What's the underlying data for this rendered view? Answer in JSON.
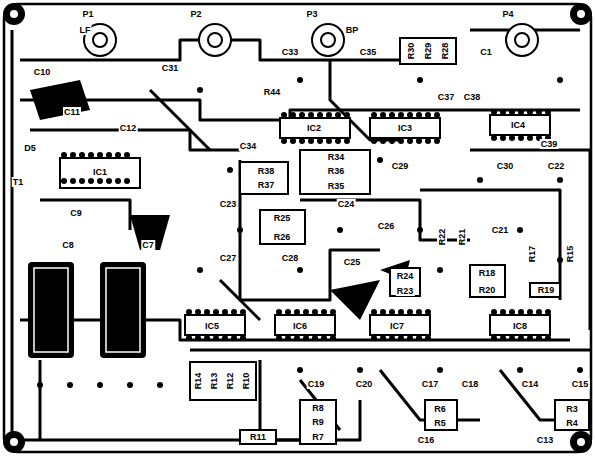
{
  "diagram": {
    "labels": [
      "P1",
      "LF",
      "P2",
      "C31",
      "C33",
      "P3",
      "BP",
      "C35",
      "R30",
      "R29",
      "R28",
      "C1",
      "P4",
      "C10",
      "C11",
      "C12",
      "R44",
      "C34",
      "IC2",
      "IC3",
      "C37",
      "C38",
      "IC4",
      "C39",
      "D5",
      "IC1",
      "T1",
      "R34",
      "R38",
      "R36",
      "R37",
      "R35",
      "C29",
      "C30",
      "C22",
      "C9",
      "C23",
      "C24",
      "R25",
      "R26",
      "C27",
      "C28",
      "C26",
      "C25",
      "R24",
      "R23",
      "C21",
      "R22",
      "R21",
      "R17",
      "R15",
      "R18",
      "R20",
      "R19",
      "C8",
      "C7",
      "IC5",
      "IC6",
      "IC7",
      "IC8",
      "R14",
      "R13",
      "R12",
      "R10",
      "C19",
      "C20",
      "C17",
      "C18",
      "C14",
      "C15",
      "R8",
      "R9",
      "R7",
      "R6",
      "R5",
      "R3",
      "R4",
      "R11",
      "C16",
      "C13"
    ]
  }
}
